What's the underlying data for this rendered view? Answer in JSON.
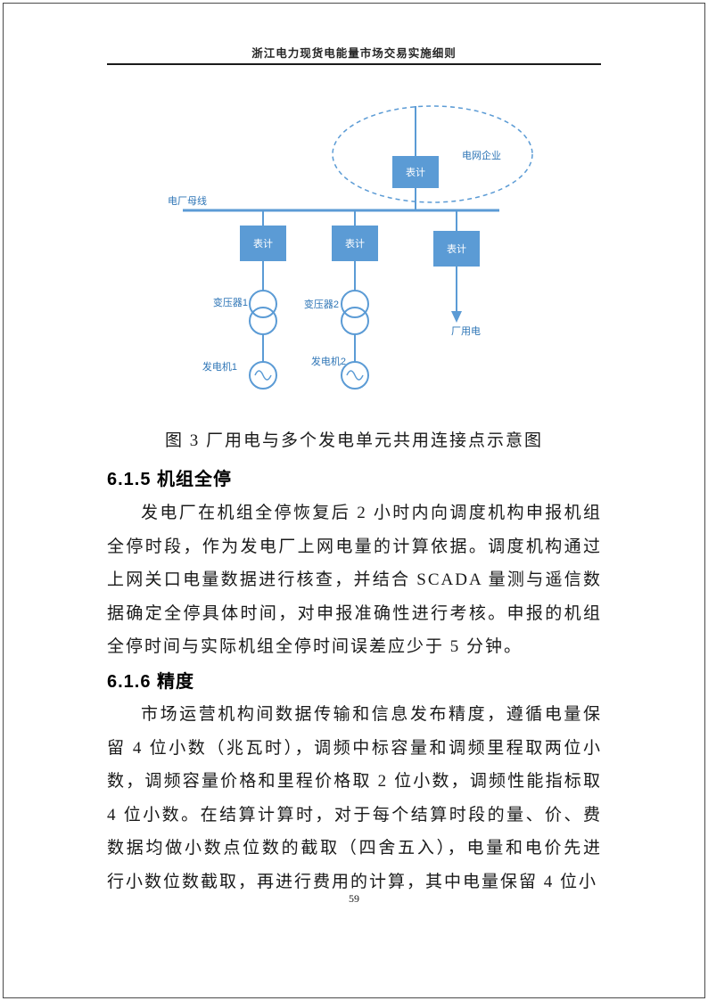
{
  "header": {
    "title": "浙江电力现货电能量市场交易实施细则"
  },
  "diagram": {
    "labels": {
      "grid_company": "电网企业",
      "plant_bus": "电厂母线",
      "meter": "表计",
      "transformer1": "变压器1",
      "transformer2": "变压器2",
      "generator1": "发电机1",
      "generator2": "发电机2",
      "plant_use": "厂用电"
    },
    "colors": {
      "line_blue": "#5b9bd5",
      "box_fill": "#5b9bd5",
      "box_text": "#ffffff",
      "label_blue": "#2e75b6"
    }
  },
  "figure": {
    "caption": "图 3 厂用电与多个发电单元共用连接点示意图"
  },
  "sections": [
    {
      "heading": "6.1.5 机组全停",
      "body": "发电厂在机组全停恢复后 2 小时内向调度机构申报机组全停时段，作为发电厂上网电量的计算依据。调度机构通过上网关口电量数据进行核查，并结合 SCADA 量测与遥信数据确定全停具体时间，对申报准确性进行考核。申报的机组全停时间与实际机组全停时间误差应少于 5 分钟。"
    },
    {
      "heading": "6.1.6 精度",
      "body": "市场运营机构间数据传输和信息发布精度，遵循电量保留 4 位小数（兆瓦时），调频中标容量和调频里程取两位小数，调频容量价格和里程价格取 2 位小数，调频性能指标取 4 位小数。在结算计算时，对于每个结算时段的量、价、费数据均做小数点位数的截取（四舍五入），电量和电价先进行小数位数截取，再进行费用的计算，其中电量保留 4 位小"
    }
  ],
  "footer": {
    "page_number": "59"
  }
}
